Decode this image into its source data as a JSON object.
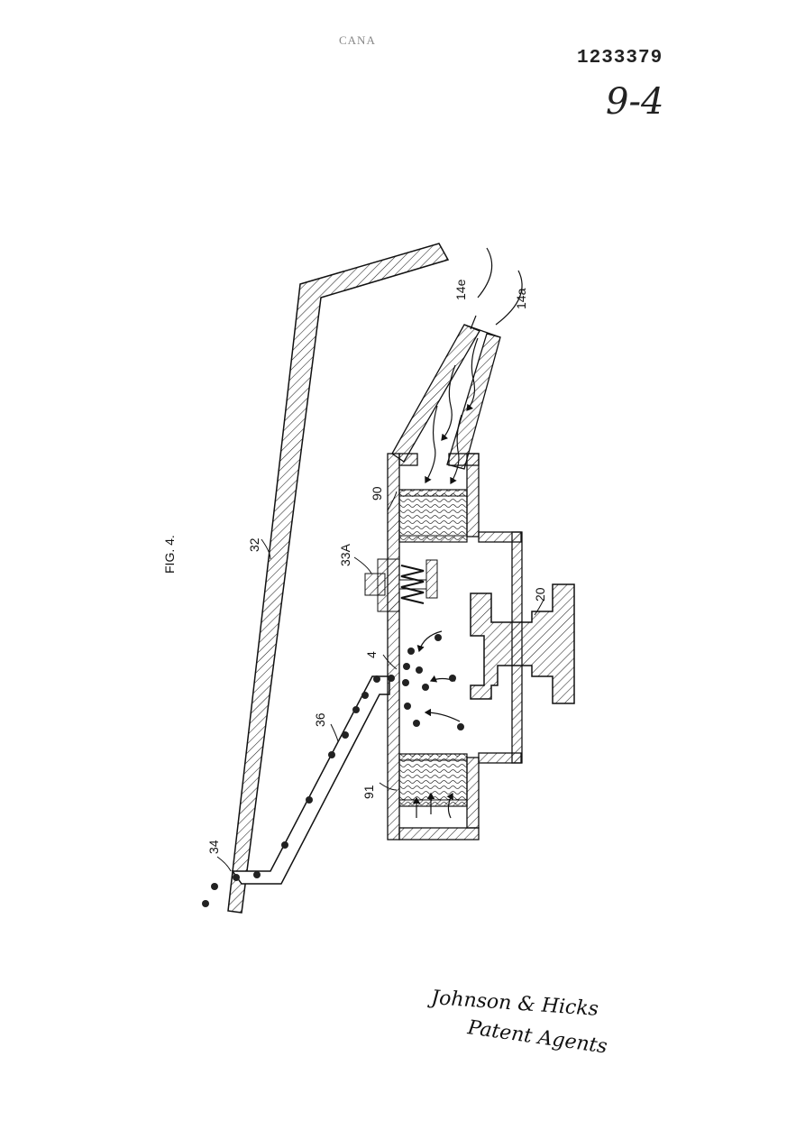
{
  "header": {
    "office_stamp": "CANA",
    "patent_number": "1233379",
    "sheet_number": "9-4"
  },
  "figure": {
    "title": "FIG. 4.",
    "labels": {
      "l32": "32",
      "l33A": "33A",
      "l34": "34",
      "l36": "36",
      "l4": "4",
      "l90": "90",
      "l91": "91",
      "l20": "20",
      "l14e": "14e",
      "l14a": "14a"
    }
  },
  "signature": {
    "line1": "Johnson & Hicks",
    "line2": "Patent Agents"
  }
}
